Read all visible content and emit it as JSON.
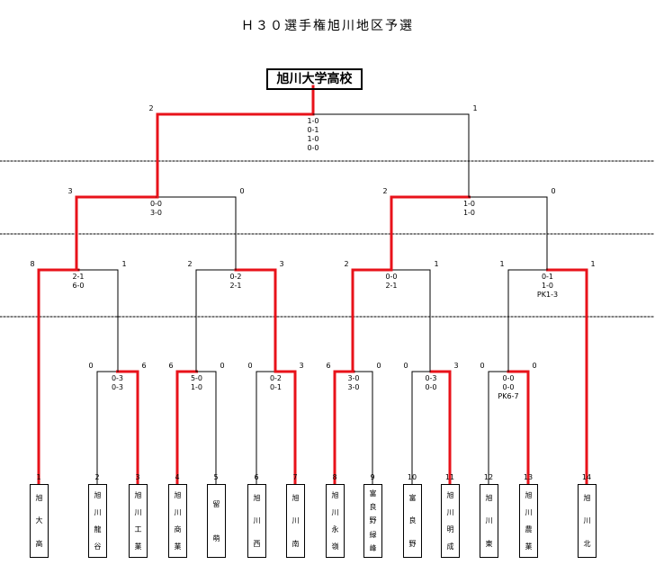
{
  "title": "Ｈ３０選手権旭川地区予選",
  "champion": "旭川大学高校",
  "teams": [
    {
      "seed": "1",
      "chars": [
        "旭",
        "大",
        "高"
      ]
    },
    {
      "seed": "2",
      "chars": [
        "旭",
        "川",
        "龍",
        "谷"
      ]
    },
    {
      "seed": "3",
      "chars": [
        "旭",
        "川",
        "工",
        "業"
      ]
    },
    {
      "seed": "4",
      "chars": [
        "旭",
        "川",
        "商",
        "業"
      ]
    },
    {
      "seed": "5",
      "chars": [
        "留",
        "萌"
      ]
    },
    {
      "seed": "6",
      "chars": [
        "旭",
        "川",
        "西"
      ]
    },
    {
      "seed": "7",
      "chars": [
        "旭",
        "川",
        "南"
      ]
    },
    {
      "seed": "8",
      "chars": [
        "旭",
        "川",
        "永",
        "嶺"
      ]
    },
    {
      "seed": "9",
      "chars": [
        "富",
        "良",
        "野",
        "緑",
        "峰"
      ]
    },
    {
      "seed": "10",
      "chars": [
        "富",
        "良",
        "野"
      ]
    },
    {
      "seed": "11",
      "chars": [
        "旭",
        "川",
        "明",
        "成"
      ]
    },
    {
      "seed": "12",
      "chars": [
        "旭",
        "川",
        "東"
      ]
    },
    {
      "seed": "13",
      "chars": [
        "旭",
        "川",
        "農",
        "業"
      ]
    },
    {
      "seed": "14",
      "chars": [
        "旭",
        "川",
        "北"
      ]
    }
  ],
  "matches": [
    {
      "id": "r1a",
      "left_score": "0",
      "right_score": "6",
      "halves": [
        "0-3",
        "0-3"
      ],
      "winner": "right"
    },
    {
      "id": "r1b",
      "left_score": "6",
      "right_score": "0",
      "halves": [
        "5-0",
        "1-0"
      ],
      "winner": "left"
    },
    {
      "id": "r1c",
      "left_score": "0",
      "right_score": "3",
      "halves": [
        "0-2",
        "0-1"
      ],
      "winner": "right"
    },
    {
      "id": "r1d",
      "left_score": "6",
      "right_score": "0",
      "halves": [
        "3-0",
        "3-0"
      ],
      "winner": "left"
    },
    {
      "id": "r1e",
      "left_score": "0",
      "right_score": "3",
      "halves": [
        "0-3",
        "0-0"
      ],
      "winner": "right"
    },
    {
      "id": "r1f",
      "left_score": "0",
      "right_score": "0",
      "halves": [
        "0-0",
        "0-0",
        "PK6-7"
      ],
      "winner": "right"
    },
    {
      "id": "r2a",
      "left_score": "8",
      "right_score": "1",
      "halves": [
        "2-1",
        "6-0"
      ],
      "winner": "left"
    },
    {
      "id": "r2b",
      "left_score": "2",
      "right_score": "3",
      "halves": [
        "0-2",
        "2-1"
      ],
      "winner": "right"
    },
    {
      "id": "r2c",
      "left_score": "2",
      "right_score": "1",
      "halves": [
        "0-0",
        "2-1"
      ],
      "winner": "left"
    },
    {
      "id": "r2d",
      "left_score": "1",
      "right_score": "1",
      "halves": [
        "0-1",
        "1-0",
        "PK1-3"
      ],
      "winner": "right"
    },
    {
      "id": "sf1",
      "left_score": "3",
      "right_score": "0",
      "halves": [
        "0-0",
        "3-0"
      ],
      "winner": "left"
    },
    {
      "id": "sf2",
      "left_score": "2",
      "right_score": "0",
      "halves": [
        "1-0",
        "1-0"
      ],
      "winner": "left"
    },
    {
      "id": "final",
      "left_score": "2",
      "right_score": "1",
      "halves": [
        "1-0",
        "0-1",
        "1-0",
        "0-0"
      ],
      "winner": "left"
    }
  ],
  "colors": {
    "win_line": "#e8121a",
    "line": "#000000",
    "divider": "#000000"
  }
}
